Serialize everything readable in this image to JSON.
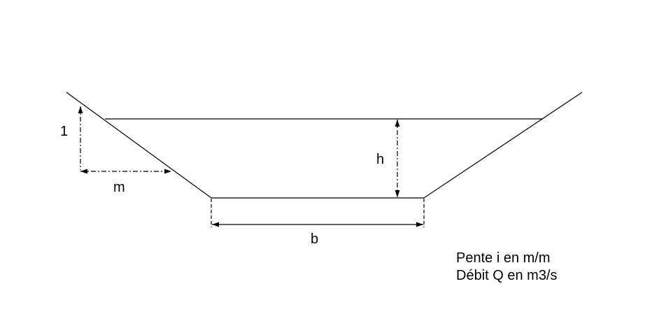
{
  "diagram": {
    "labels": {
      "slope_vertical": "1",
      "slope_horizontal": "m",
      "depth": "h",
      "bottom_width": "b"
    },
    "notes": [
      "Pente i en m/m",
      "Débit Q en m3/s"
    ],
    "colors": {
      "line": "#000000",
      "background": "#ffffff"
    }
  }
}
